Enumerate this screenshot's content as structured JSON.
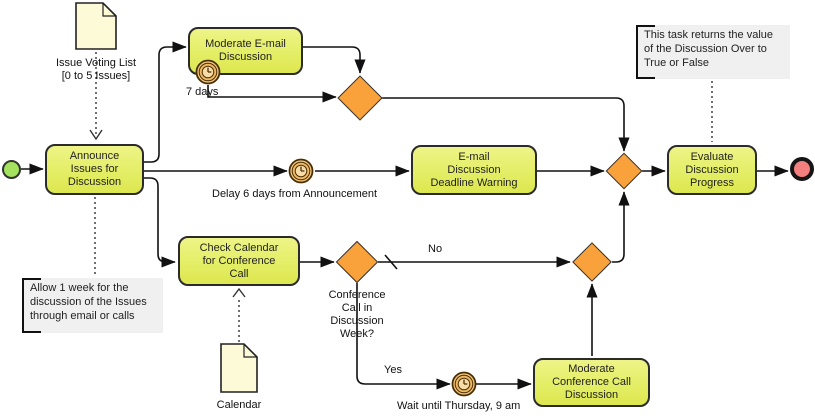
{
  "colors": {
    "task_fill_top": "#eef487",
    "task_fill_bottom": "#dde74f",
    "gateway_fill": "#f9a23b",
    "start_event_fill": "#a5e25d",
    "end_event_fill": "#f47f7f",
    "timer_fill": "#f5c87f",
    "document_fill": "#fdfbd7",
    "annotation_bg": "#f0f0f0",
    "line_color": "#111111"
  },
  "tasks": {
    "announce": "Announce\nIssues for\nDiscussion",
    "moderate_email": "Moderate E-mail\nDiscussion",
    "email_warning": "E-mail\nDiscussion\nDeadline Warning",
    "check_calendar": "Check Calendar\nfor Conference\nCall",
    "evaluate": "Evaluate\nDiscussion\nProgress",
    "moderate_conference": "Moderate\nConference Call\nDiscussion"
  },
  "documents": {
    "issue_voting_list": "Issue Voting List\n[0 to 5 Issues]",
    "calendar": "Calendar"
  },
  "annotations": {
    "evaluate_note": "This task returns the value\nof the Discussion Over to\nTrue or False",
    "discussion_note": "Allow 1 week for the\ndiscussion of the Issues\nthrough email or calls"
  },
  "flow_labels": {
    "seven_days": "7 days",
    "delay_six_days": "Delay 6 days from Announcement",
    "no": "No",
    "yes": "Yes",
    "conference_question": "Conference\nCall in\nDiscussion\nWeek?",
    "wait_thursday": "Wait until Thursday, 9 am"
  },
  "icons": {
    "timer": "timer-clock-icon",
    "document": "document-icon"
  }
}
